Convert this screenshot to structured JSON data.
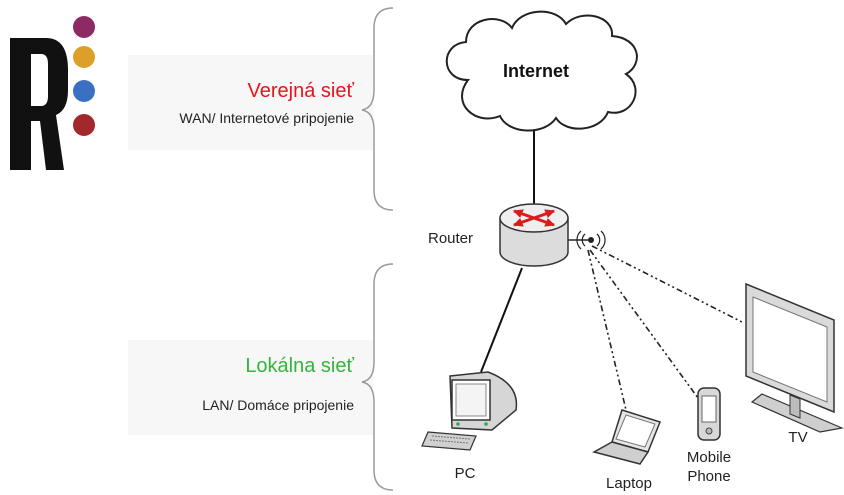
{
  "logo": {
    "letter": "R",
    "dot_colors": [
      "#8e2a63",
      "#dca02a",
      "#3a6fc1",
      "#a3282b"
    ]
  },
  "public_section": {
    "title": "Verejná sieť",
    "subtitle": "WAN/ Internetové pripojenie",
    "title_color": "#e8131b"
  },
  "local_section": {
    "title": "Lokálna sieť",
    "subtitle": "LAN/ Domáce pripojenie",
    "title_color": "#33b53a"
  },
  "nodes": {
    "cloud": "Internet",
    "router": "Router",
    "pc": "PC",
    "laptop": "Laptop",
    "mobile": [
      "Mobile",
      "Phone"
    ],
    "tv": "TV"
  }
}
